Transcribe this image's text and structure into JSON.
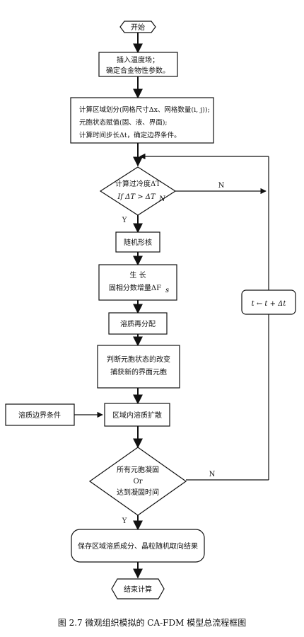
{
  "nodes": {
    "start": "开始",
    "input_line1": "插入温度场；",
    "input_line2": "确定合金物性参数。",
    "calc_line1": "计算区域划分(网格尺寸Δx、网格数量(i, j));",
    "calc_line2": "元胞状态赋值(固、液、界面);",
    "calc_line3": "计算时间步长Δt，确定边界条件。",
    "decision1_line1": "计算过冷度ΔT",
    "decision1_line2": "If ΔT > ΔT",
    "decision1_sub": "N",
    "nucleation": "随机形核",
    "growth_line1": "生  长",
    "growth_line2": "固相分数增量ΔF",
    "growth_sub": "s",
    "redistribution": "溶质再分配",
    "judge_line1": "判断元胞状态的改变",
    "judge_line2": "捕获新的界面元胞",
    "diffusion": "区域内溶质扩散",
    "boundary": "溶质边界条件",
    "decision2_line1": "所有元胞凝固",
    "decision2_line2": "Or",
    "decision2_line3": "达到凝固时间",
    "save": "保存区域溶质成分、晶粒随机取向结果",
    "end": "结束计算",
    "time_update": "t ← t + Δt"
  },
  "labels": {
    "n1": "N",
    "y1": "Y",
    "n2": "N",
    "y2": "Y"
  },
  "caption": "图 2.7 微观组织模拟的 CA-FDM 模型总流程框图"
}
